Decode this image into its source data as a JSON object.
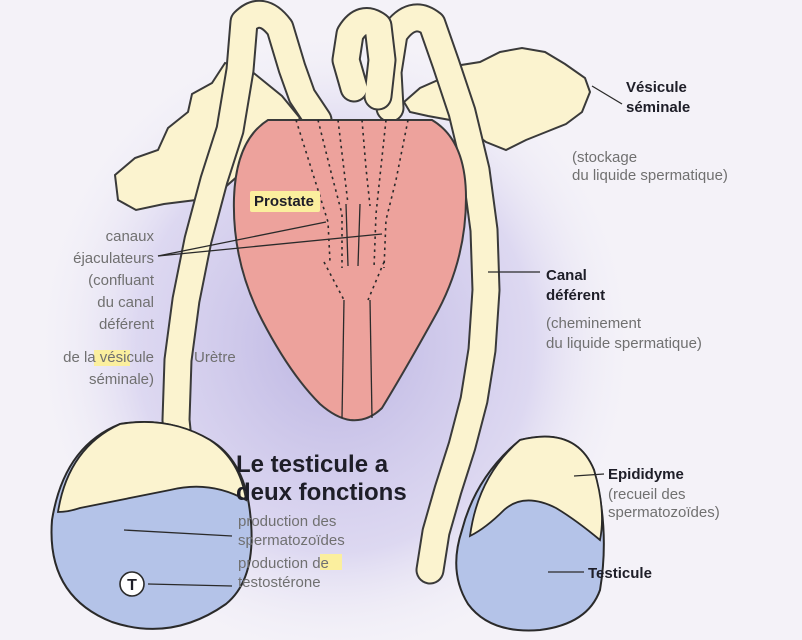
{
  "labels": {
    "vesicule_title_line1": "Vésicule",
    "vesicule_title_line2": "séminale",
    "vesicule_sub_line1": "(stockage",
    "vesicule_sub_line2": "du liquide spermatique)",
    "prostate": "Prostate",
    "canaux_lines": [
      "canaux",
      "éjaculateurs",
      "(confluant",
      "du canal",
      "déférent",
      "de la vésicule",
      "séminale)"
    ],
    "uretre": "Urètre",
    "canal_title_line1": "Canal",
    "canal_title_line2": "déférent",
    "canal_sub_line1": "(cheminement",
    "canal_sub_line2": "du liquide spermatique)",
    "epididyme_title": "Epididyme",
    "epididyme_sub_line1": "(recueil des",
    "epididyme_sub_line2": "spermatozoïdes)",
    "testicule": "Testicule",
    "main_title_line1": "Le testicule a",
    "main_title_line2": "deux fonctions",
    "func1_line1": "production des",
    "func1_line2": "spermatozoïdes",
    "func2_line1": "production de",
    "func2_line2": "testostérone",
    "t_symbol": "T"
  },
  "colors": {
    "prostate": "#eda29c",
    "tube": "#fbf3cf",
    "testis": "#b4c3e8",
    "highlight": "#fbef9e",
    "halo": "#bcb5e2"
  }
}
